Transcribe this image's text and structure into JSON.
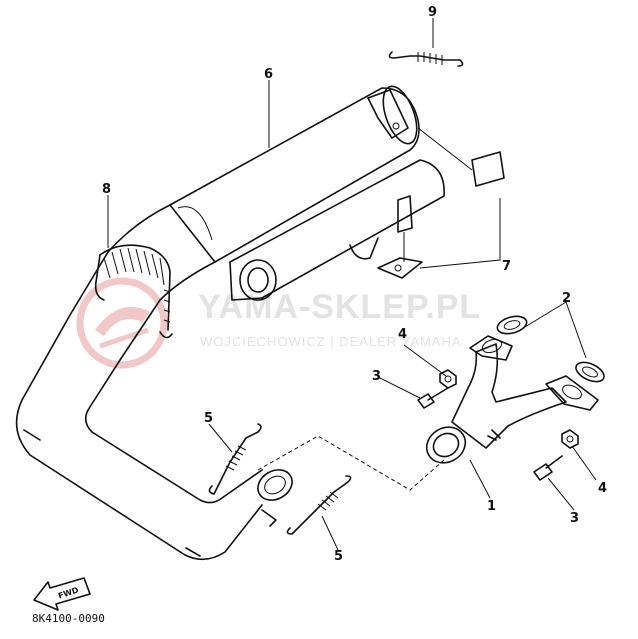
{
  "callouts": {
    "c1": "1",
    "c2": "2",
    "c3a": "3",
    "c3b": "3",
    "c4a": "4",
    "c4b": "4",
    "c5a": "5",
    "c5b": "5",
    "c6": "6",
    "c7": "7",
    "c8": "8",
    "c9": "9"
  },
  "part_code": "8K4100-0090",
  "fwd_label": "FWD",
  "watermark": {
    "brand": "YAMA-SKLEP.PL",
    "tagline": "WOJCIECHOWICZ | DEALER YAMAHA"
  }
}
